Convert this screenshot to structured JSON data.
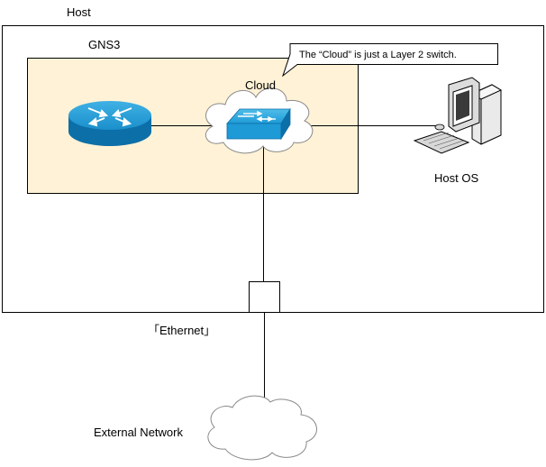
{
  "labels": {
    "host": "Host",
    "gns3": "GNS3",
    "cloud": "Cloud",
    "callout": "The “Cloud” is just a Layer 2 switch.",
    "host_os": "Host OS",
    "ethernet": "「Ethernet」",
    "external_network": "External Network"
  },
  "colors": {
    "gns3_fill": "#fff2d6",
    "device_blue": "#1e9ad6",
    "device_dark_blue": "#0d6fa8",
    "line": "#000000"
  },
  "icons": {
    "router": "router-icon",
    "switch": "layer2-switch-icon",
    "computer": "desktop-computer-icon",
    "cloud": "cloud-icon"
  }
}
